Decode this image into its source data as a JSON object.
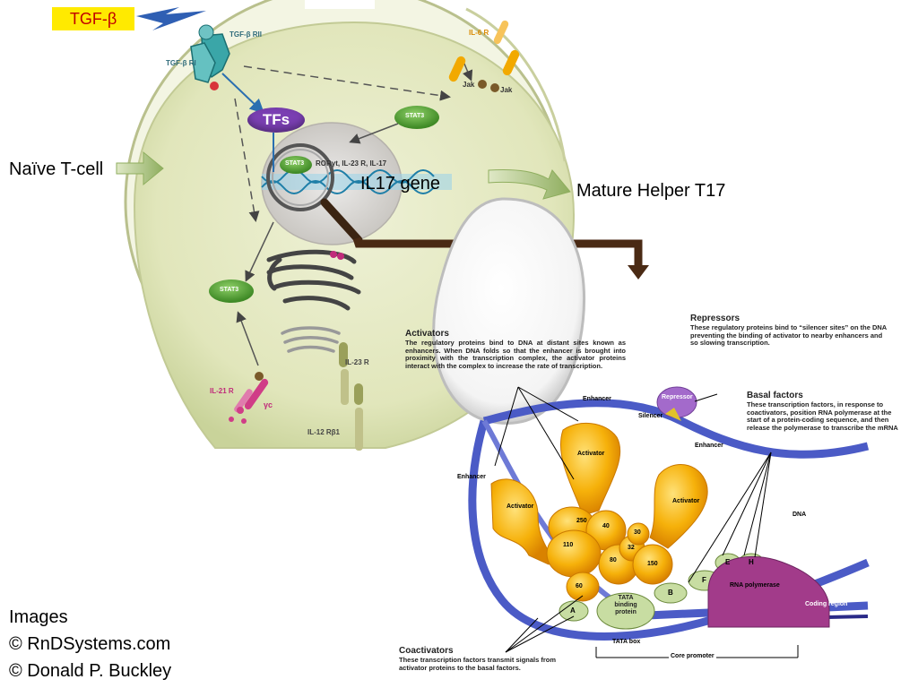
{
  "top_labels": {
    "tgf_beta": "TGF-β",
    "tgf_beta_rii": "TGF-β RII",
    "tgf_beta_ri": "TGF-β RI",
    "il6r": "IL-6 R",
    "jak1": "Jak",
    "jak2": "Jak",
    "stat3_top": "STAT3",
    "tfs": "TFs",
    "stat3_nucleus": "STAT3",
    "ror_text": "RORγt, IL-23 R, IL-17",
    "il17_gene": "IL17 gene",
    "stat3_lower": "STAT3",
    "il23r": "IL-23 R",
    "il21r": "IL-21 R",
    "gamma_c": "γc",
    "il12rb1": "IL-12 Rβ1",
    "naive": "Naïve T-cell",
    "mature": "Mature Helper T17"
  },
  "transcription": {
    "activators_title": "Activators",
    "activators_text": "The regulatory proteins bind to DNA at distant sites known as enhancers. When DNA folds so that the enhancer is brought into proximity with the transcription complex, the activator proteins interact with the complex to increase the rate of transcription.",
    "repressors_title": "Repressors",
    "repressors_text": "These regulatory proteins bind to “silencer sites” on the DNA preventing the binding of activator to nearby enhancers and so slowing transcription.",
    "basal_title": "Basal factors",
    "basal_text": "These transcription factors, in response to coactivators, position RNA polymerase at the start of a protein-coding sequence, and then release the polymerase to transcribe the mRNA",
    "coactivators_title": "Coactivators",
    "coactivators_text": "These transcription factors transmit signals from activator proteins to the basal factors.",
    "enhancer1": "Enhancer",
    "enhancer2": "Enhancer",
    "enhancer3": "Enhancer",
    "silencer": "Silencer",
    "repressor": "Repressor",
    "activator1": "Activator",
    "activator2": "Activator",
    "activator3": "Activator",
    "dna": "DNA",
    "rna_pol": "RNA polymerase",
    "coding": "Coding region",
    "tata_binding": "TATA binding protein",
    "tata_box": "TATA box",
    "core_promoter": "Core promoter",
    "n250": "250",
    "n40": "40",
    "n30": "30",
    "n110": "110",
    "n32": "32",
    "n150": "150",
    "n60": "60",
    "n80": "80",
    "A": "A",
    "B": "B",
    "F": "F",
    "E": "E",
    "H": "H"
  },
  "credits": {
    "line1": "Images",
    "line2": "© RnDSystems.com",
    "line3": "© Donald P. Buckley"
  },
  "colors": {
    "cell_fill": "#e5e9c2",
    "nucleus": "#d8d6d2",
    "stat3": "#5aa33b",
    "tfs": "#7a3fb2",
    "tgf_box": "#ffea00",
    "arrow_brown": "#4a2a14",
    "activator": "#f2a300",
    "dna": "#4b5bc6",
    "rna_pol": "#a23b8a"
  }
}
